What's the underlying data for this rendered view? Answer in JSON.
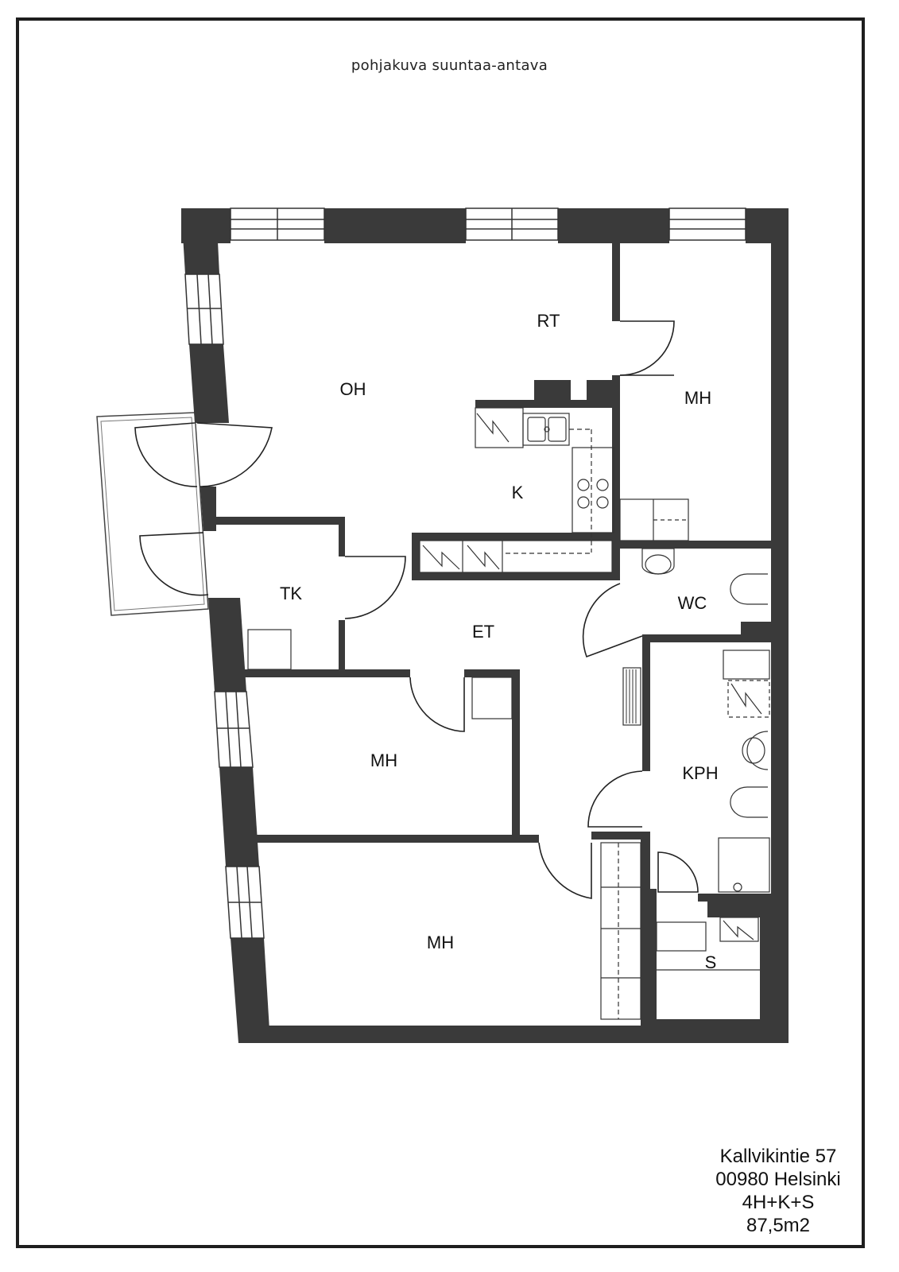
{
  "subtitle": "pohjakuva suuntaa-antava",
  "rooms": [
    {
      "id": "oh",
      "label": "OH"
    },
    {
      "id": "rt",
      "label": "RT"
    },
    {
      "id": "mh1",
      "label": "MH"
    },
    {
      "id": "k",
      "label": "K"
    },
    {
      "id": "tk",
      "label": "TK"
    },
    {
      "id": "et",
      "label": "ET"
    },
    {
      "id": "wc",
      "label": "WC"
    },
    {
      "id": "mh2",
      "label": "MH"
    },
    {
      "id": "kph",
      "label": "KPH"
    },
    {
      "id": "mh3",
      "label": "MH"
    },
    {
      "id": "s",
      "label": "S"
    }
  ],
  "info": {
    "address": "Kallvikintie  57",
    "city": "00980  Helsinki",
    "type": "4H+K+S",
    "area": "87,5m2"
  },
  "colors": {
    "wall": "#3a3a3a",
    "line": "#222222"
  }
}
